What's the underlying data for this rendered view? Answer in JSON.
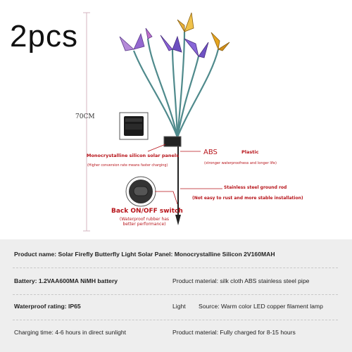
{
  "quantity_label": "2pcs",
  "height_label": "70CM",
  "callouts": {
    "solar_panel": "Monocrystalline silicon solar panels",
    "solar_panel_note": "(Higher conversion rate means faster charging)",
    "abs_big": "ABS",
    "abs_word": "Plastic",
    "abs_note": "(stronger waterproofness and longer life)",
    "rod": "Stainless steel ground rod",
    "rod_note": "(Not easy to rust and more stable installation)",
    "switch": "Back ON/OFF switch",
    "switch_note_1": "(Waterproof rubber has",
    "switch_note_2": "better performance)"
  },
  "specs": {
    "product_name": "Product name: Solar Firefly Butterfly Light Solar Panel: Monocrystalline Silicon 2V160MAH",
    "battery": "Battery: 1.2VAA600MA NiMH battery",
    "material_1": "Product material: silk cloth ABS stainless steel pipe",
    "waterproof": "Waterproof rating: IP65",
    "light_label": "Light",
    "light_source": "Source: Warm color LED copper filament lamp",
    "charging_time": "Charging time: 4-6 hours in direct sunlight",
    "material_2": "Product material: Fully charged for 8-15 hours"
  },
  "colors": {
    "accent_red": "#b7141a",
    "stem_teal": "#4f8a8c",
    "butterfly_purple": "#7a4fd0",
    "butterfly_yellow": "#e6a51f",
    "spec_background": "#eeeeee"
  },
  "icons": [
    "solar-panel-icon",
    "switch-button-icon",
    "butterfly-icon"
  ]
}
